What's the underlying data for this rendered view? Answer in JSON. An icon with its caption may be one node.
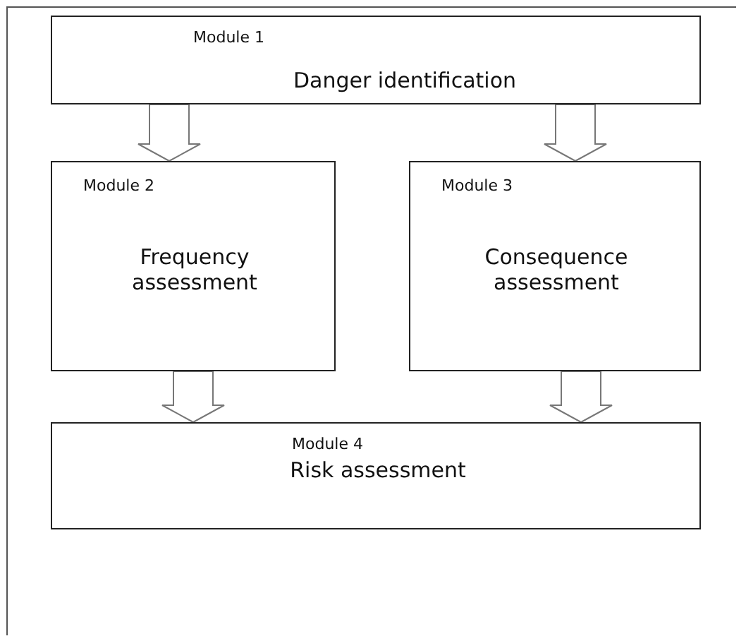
{
  "diagram": {
    "nodes": [
      {
        "text": [
          "Module 1",
          "Danger identification"
        ]
      },
      {
        "text": [
          "Module 2",
          "Frequency assessment"
        ]
      },
      {
        "text": [
          "Module 3",
          "Consequence assessment"
        ]
      },
      {
        "text": [
          "Module 4",
          "Risk assessment"
        ]
      }
    ],
    "edges": [
      {
        "from": 0,
        "to": 1,
        "arrow": "to"
      },
      {
        "from": 0,
        "to": 2,
        "arrow": "to"
      },
      {
        "from": 1,
        "to": 3,
        "arrow": "to"
      },
      {
        "from": 2,
        "to": 3,
        "arrow": "to"
      }
    ]
  }
}
